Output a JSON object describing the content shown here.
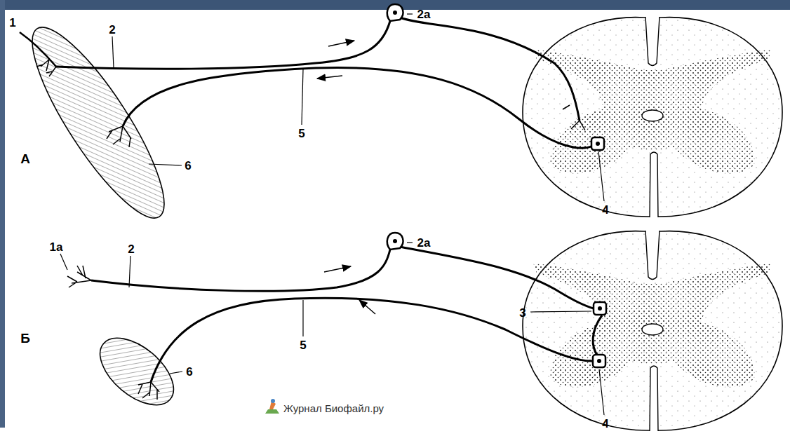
{
  "diagram": {
    "labels": [
      "1",
      "2",
      "2а",
      "5",
      "4",
      "6",
      "А",
      "1а",
      "2",
      "2а",
      "3",
      "5",
      "4",
      "6",
      "Б",
      "Журнал Биофайл.ру"
    ]
  }
}
